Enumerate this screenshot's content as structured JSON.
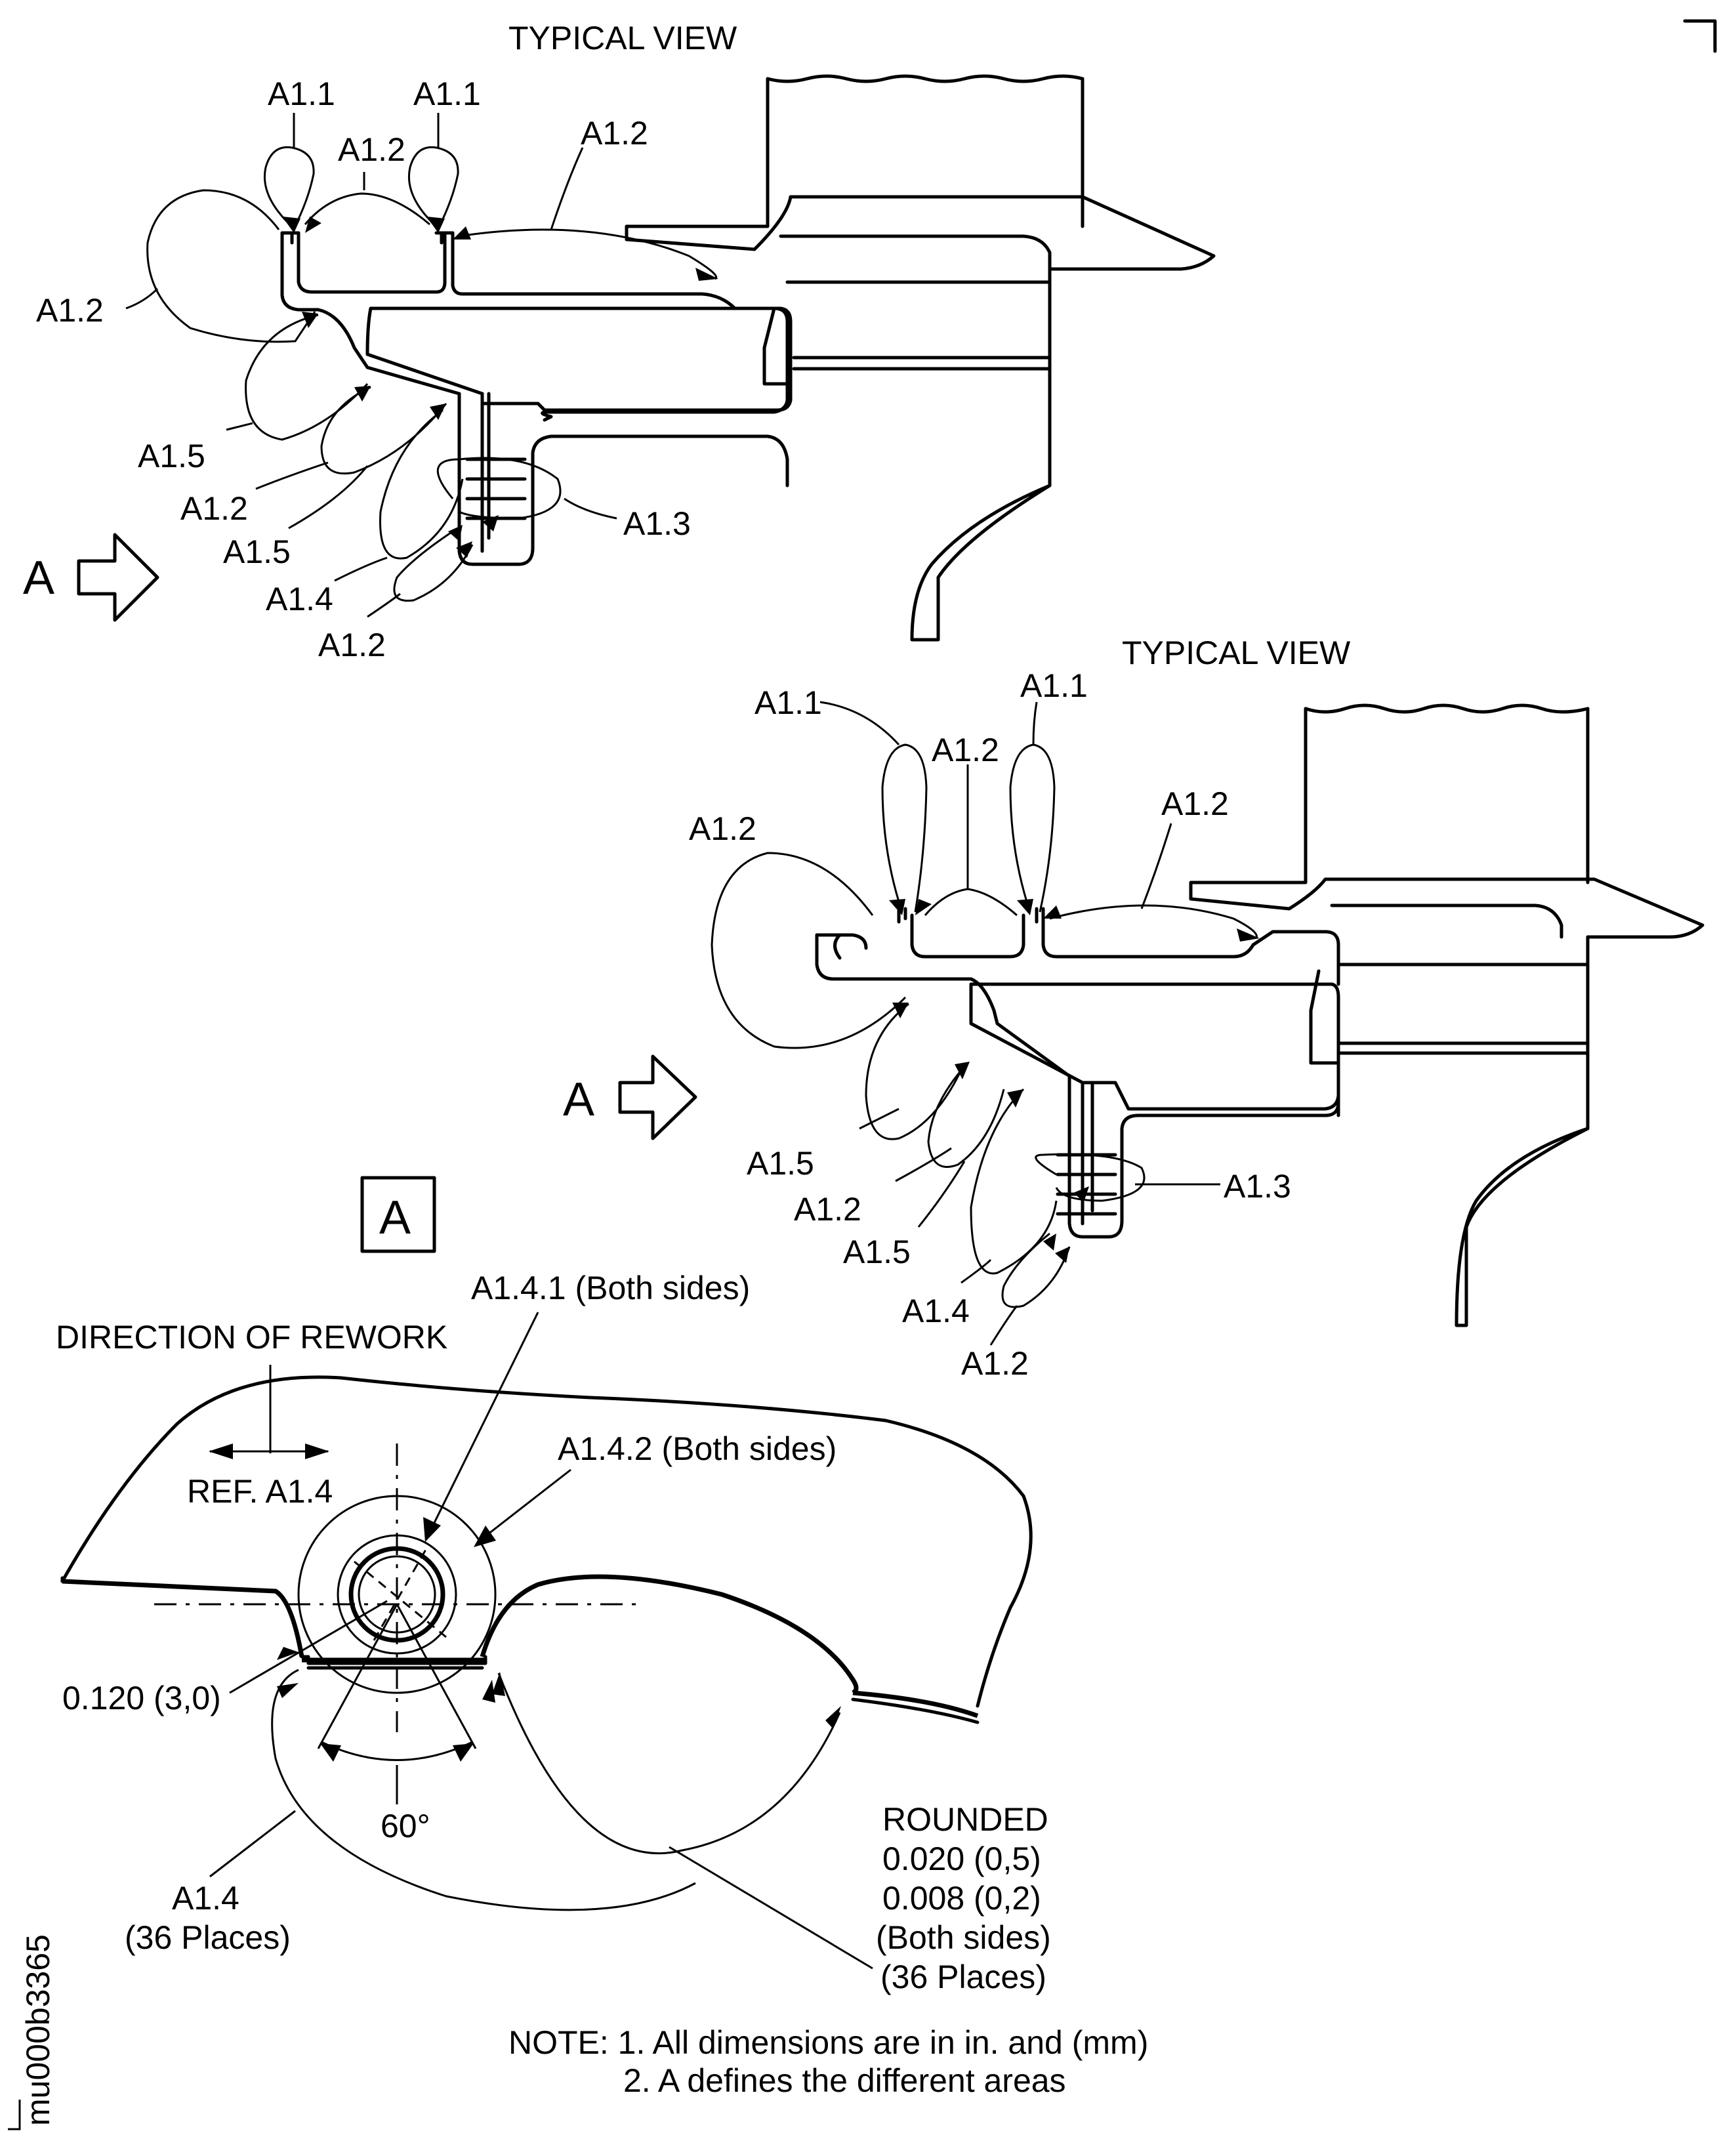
{
  "top_view": {
    "title": "TYPICAL VIEW",
    "labels": {
      "a11_left": "A1.1",
      "a11_right": "A1.1",
      "a12_mid": "A1.2",
      "a12_top": "A1.2",
      "a12_left": "A1.2",
      "a15_a": "A1.5",
      "a12_b": "A1.2",
      "a15_b": "A1.5",
      "a14": "A1.4",
      "a12_c": "A1.2",
      "a13": "A1.3"
    },
    "view_arrow": "A"
  },
  "mid_view": {
    "title": "TYPICAL VIEW",
    "labels": {
      "a11_left": "A1.1",
      "a11_right": "A1.1",
      "a12_mid": "A1.2",
      "a12_top": "A1.2",
      "a12_left": "A1.2",
      "a15_a": "A1.5",
      "a12_b": "A1.2",
      "a15_b": "A1.5",
      "a14": "A1.4",
      "a12_c": "A1.2",
      "a13": "A1.3"
    },
    "view_arrow": "A"
  },
  "detail_a": {
    "box_label": "A",
    "a141": "A1.4.1 (Both sides)",
    "a142": "A1.4.2 (Both sides)",
    "direction": "DIRECTION OF REWORK",
    "ref": "REF. A1.4",
    "radius": "0.120 (3,0)",
    "angle": "60°",
    "a14_name": "A1.4",
    "a14_places": "(36 Places)",
    "rounded_lines": [
      "ROUNDED",
      "0.020 (0,5)",
      "0.008 (0,2)",
      "(Both sides)",
      "(36 Places)"
    ]
  },
  "notes": {
    "line1": "NOTE: 1. All dimensions are in in. and (mm)",
    "line2": "2. A defines the different areas"
  },
  "drawing_id": "mu000b3365"
}
